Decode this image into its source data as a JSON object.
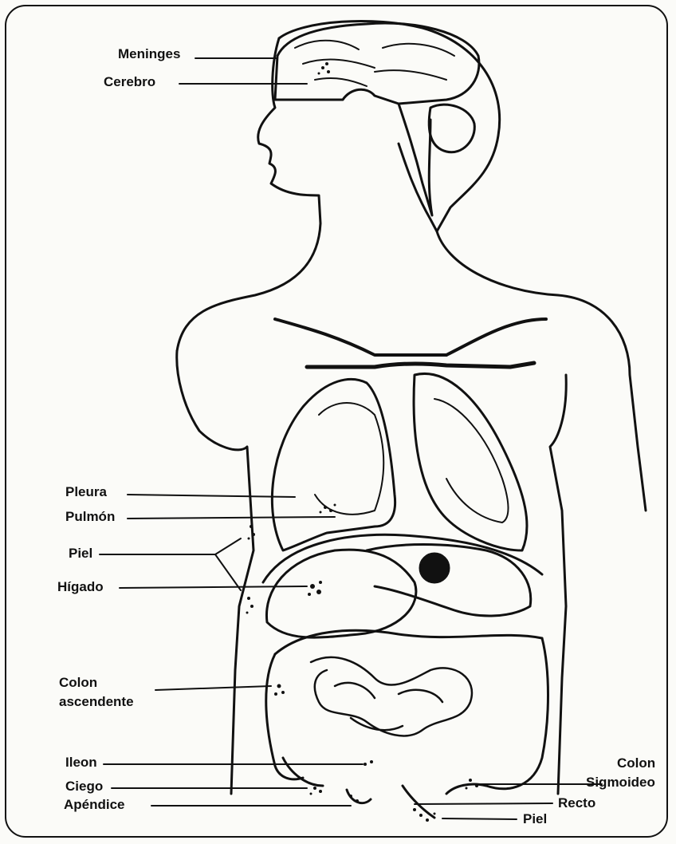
{
  "labels": {
    "meninges": "Meninges",
    "cerebro": "Cerebro",
    "pleura": "Pleura",
    "pulmon": "Pulmón",
    "piel_chest": "Piel",
    "higado": "Hígado",
    "colon_asc_1": "Colon",
    "colon_asc_2": "ascendente",
    "ileon": "Ileon",
    "ciego": "Ciego",
    "apendice": "Apéndice",
    "colon_sig_1": "Colon",
    "colon_sig_2": "Sigmoideo",
    "recto": "Recto",
    "piel_bottom": "Piel"
  }
}
